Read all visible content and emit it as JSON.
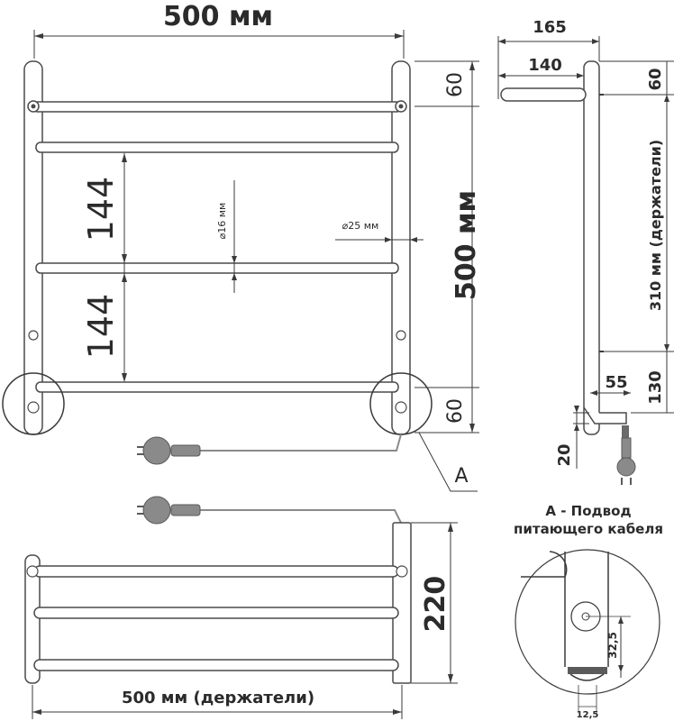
{
  "front_view": {
    "width_label": "500 мм",
    "height_label": "500 мм",
    "rung_spacing_1": "144",
    "rung_spacing_2": "144",
    "top_offset": "60",
    "bottom_offset": "60",
    "rung_diameter": "⌀16 мм",
    "post_diameter": "⌀25 мм",
    "detail_marker": "A"
  },
  "side_view": {
    "depth_total": "165",
    "depth_rung": "140",
    "top_offset": "60",
    "holder_spacing": "310 мм (держатели)",
    "bottom_offset": "130",
    "cable_offset": "55",
    "cable_drop": "20"
  },
  "top_view": {
    "width_label": "500 мм (держатели)",
    "depth_label": "220"
  },
  "detail_view": {
    "title_line1": "А - Подвод",
    "title_line2": "питающего кабеля",
    "vertical_dim": "32,5",
    "horizontal_dim": "12,5"
  }
}
